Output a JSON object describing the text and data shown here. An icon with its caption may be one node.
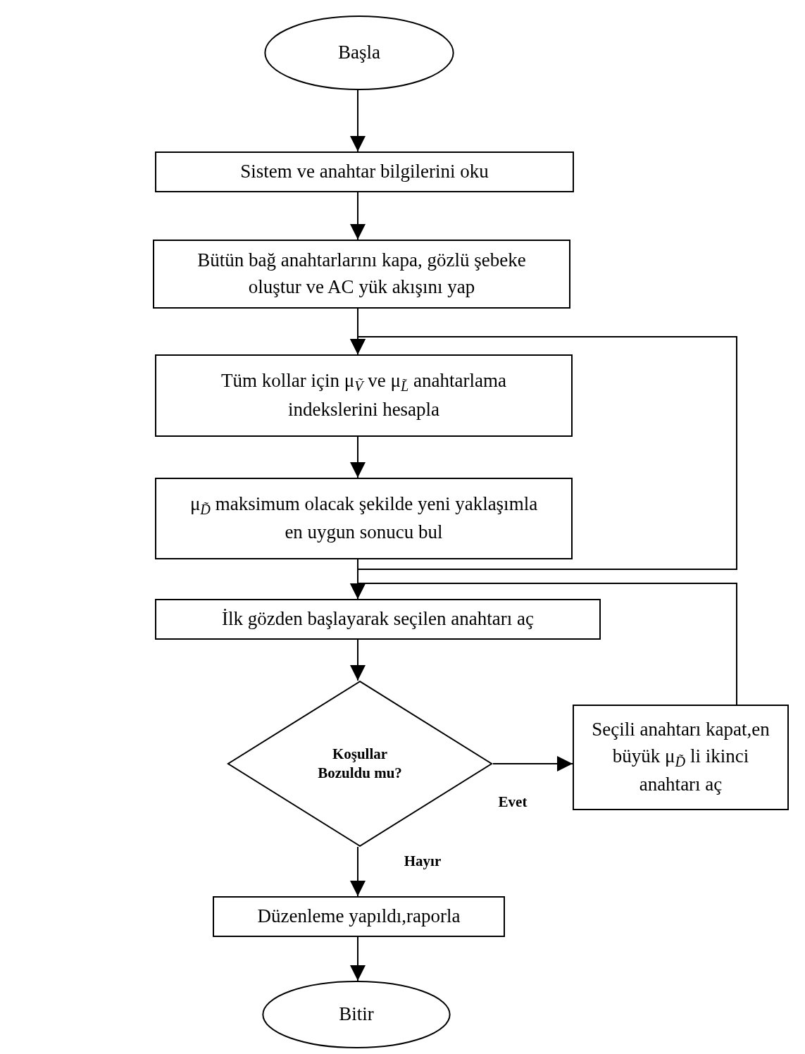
{
  "diagram": {
    "nodes": [
      {
        "text": [
          "Başla"
        ]
      },
      {
        "text": [
          "Sistem ve anahtar bilgilerini oku"
        ]
      },
      {
        "text": [
          "Bütün bağ anahtarlarını kapa, gözlü şebeke oluştur ve AC yük akışını yap"
        ]
      },
      {
        "text": [
          "Tüm kollar için μ$_{Ṽ}$ ve μ$_{L̃}$ anahtarlama indekslerini hesapla"
        ]
      },
      {
        "text": [
          "μ$_{D̃}$ maksimum olacak şekilde yeni yaklaşımla en uygun sonucu bul"
        ]
      },
      {
        "text": [
          "İlk gözden başlayarak seçilen anahtarı aç"
        ]
      },
      {
        "text": [
          "Koşullar Bozuldu mu?"
        ]
      },
      {
        "text": [
          "Seçili anahtarı kapat,en büyük μ$_{D̃}$ li ikinci anahtarı aç"
        ]
      },
      {
        "text": [
          "Düzenleme yapıldı,raporla"
        ]
      },
      {
        "text": [
          "Bitir"
        ]
      }
    ],
    "edges": [
      {
        "from": 0,
        "to": 1,
        "arrow": "to"
      },
      {
        "from": 1,
        "to": 2,
        "arrow": "to"
      },
      {
        "from": 2,
        "to": 3,
        "arrow": "to"
      },
      {
        "from": 3,
        "to": 4,
        "arrow": "to"
      },
      {
        "from": 4,
        "to": 5,
        "arrow": "to"
      },
      {
        "from": 5,
        "to": 6,
        "arrow": "to"
      },
      {
        "from": 6,
        "to": 7,
        "arrow": "to",
        "label": "Evet"
      },
      {
        "from": 6,
        "to": 8,
        "arrow": "to",
        "label": "Hayır"
      },
      {
        "from": 8,
        "to": 9,
        "arrow": "to"
      },
      {
        "from": 4,
        "to": 3,
        "arrow": "to"
      },
      {
        "from": 7,
        "to": 5,
        "arrow": "to"
      }
    ]
  }
}
